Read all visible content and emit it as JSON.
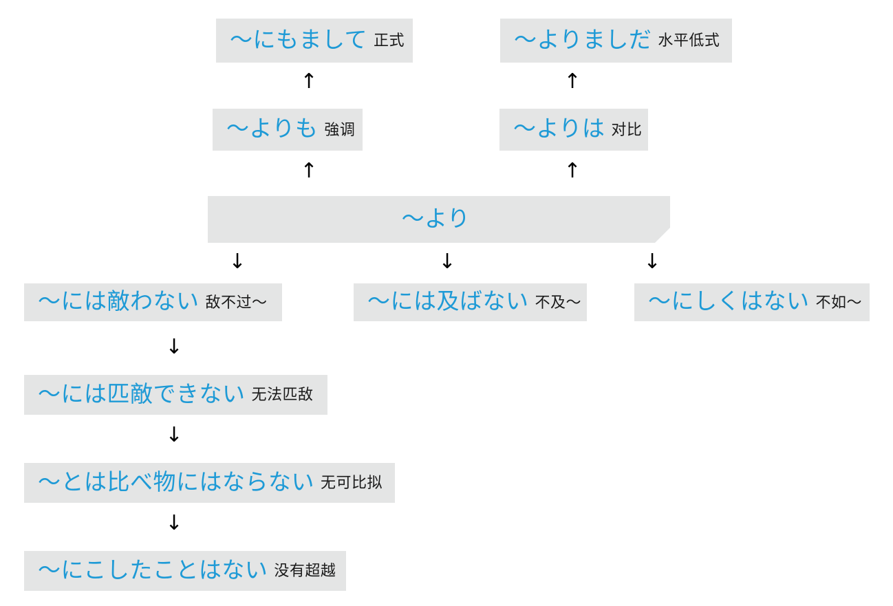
{
  "diagram": {
    "title": "Japanese comparison grammar patterns chart",
    "colors": {
      "node_background": "#e4e5e5",
      "japanese_text": "#1e9ad6",
      "chinese_gloss": "#1a1a1a",
      "arrow": "#000000",
      "page_background": "#ffffff"
    },
    "nodes": [
      {
        "id": "nimomashite",
        "jp": "～にもまして",
        "cn": "正式"
      },
      {
        "id": "yorimashida",
        "jp": "～よりましだ",
        "cn": "水平低式"
      },
      {
        "id": "yorimo",
        "jp": "～よりも",
        "cn": "強调"
      },
      {
        "id": "yoriwa",
        "jp": "～よりは",
        "cn": "对比"
      },
      {
        "id": "yori",
        "jp": "～より",
        "cn": ""
      },
      {
        "id": "kanawanai",
        "jp": "～には敵わない",
        "cn": "敌不过～"
      },
      {
        "id": "oyobanai",
        "jp": "～には及ばない",
        "cn": "不及～"
      },
      {
        "id": "nishikuwanai",
        "jp": "～にしくはない",
        "cn": "不如～"
      },
      {
        "id": "hitteki",
        "jp": "～には匹敵できない",
        "cn": "无法匹敌"
      },
      {
        "id": "kurabemono",
        "jp": "～とは比べ物にはならない",
        "cn": "无可比拟"
      },
      {
        "id": "nikoshita",
        "jp": "～にこしたことはない",
        "cn": "没有超越"
      }
    ],
    "arrows": {
      "up": "↑",
      "down": "↓",
      "edges": [
        {
          "from": "yorimo",
          "to": "nimomashite",
          "direction": "up"
        },
        {
          "from": "yoriwa",
          "to": "yorimashida",
          "direction": "up"
        },
        {
          "from": "yori",
          "to": "yorimo",
          "direction": "up"
        },
        {
          "from": "yori",
          "to": "yoriwa",
          "direction": "up"
        },
        {
          "from": "yori",
          "to": "kanawanai",
          "direction": "down"
        },
        {
          "from": "yori",
          "to": "oyobanai",
          "direction": "down"
        },
        {
          "from": "yori",
          "to": "nishikuwanai",
          "direction": "down"
        },
        {
          "from": "kanawanai",
          "to": "hitteki",
          "direction": "down"
        },
        {
          "from": "hitteki",
          "to": "kurabemono",
          "direction": "down"
        },
        {
          "from": "kurabemono",
          "to": "nikoshita",
          "direction": "down"
        }
      ]
    }
  }
}
